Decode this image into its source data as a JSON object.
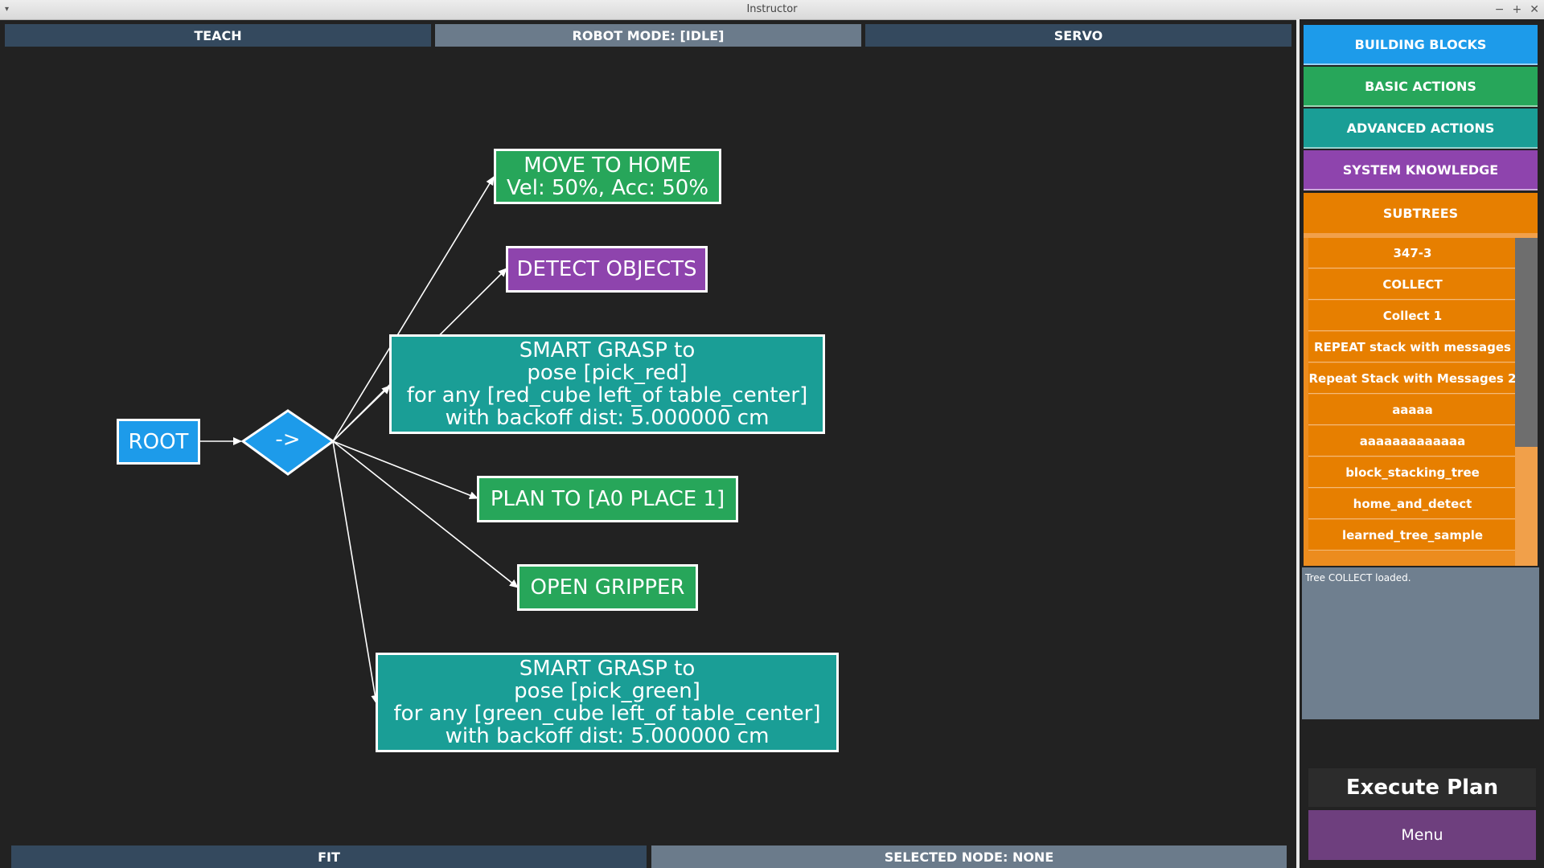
{
  "window": {
    "title": "Instructor",
    "controls": [
      "−",
      "+",
      "✕"
    ]
  },
  "top_bar": {
    "teach": "TEACH",
    "robot_mode": "ROBOT MODE: [IDLE]",
    "servo": "SERVO"
  },
  "colors": {
    "bar_dark": "#34495e",
    "bar_mid": "#6b7b8b",
    "green": "#27a65a",
    "purple": "#8e44ad",
    "teal": "#1a9e96",
    "blue": "#1d9bea",
    "orange": "#e77f00"
  },
  "tree": {
    "root": "ROOT",
    "sequence": "->",
    "nodes": [
      {
        "lines": [
          "MOVE TO HOME",
          "Vel: 50%, Acc: 50%"
        ]
      },
      {
        "lines": [
          "DETECT OBJECTS"
        ]
      },
      {
        "lines": [
          "SMART GRASP to",
          "pose [pick_red]",
          "for any [red_cube left_of table_center]",
          "with backoff dist: 5.000000 cm"
        ]
      },
      {
        "lines": [
          "PLAN TO [A0 PLACE 1]"
        ]
      },
      {
        "lines": [
          "OPEN GRIPPER"
        ]
      },
      {
        "lines": [
          "SMART GRASP to",
          "pose [pick_green]",
          "for any [green_cube left_of table_center]",
          "with backoff dist: 5.000000 cm"
        ]
      }
    ]
  },
  "bottom_bar": {
    "fit": "FIT",
    "selected": "SELECTED NODE: NONE"
  },
  "categories": {
    "building_blocks": "BUILDING BLOCKS",
    "basic_actions": "BASIC ACTIONS",
    "advanced_actions": "ADVANCED ACTIONS",
    "system_knowledge": "SYSTEM KNOWLEDGE",
    "subtrees": "SUBTREES"
  },
  "subtrees": [
    "347-3",
    "COLLECT",
    "Collect 1",
    "REPEAT stack with messages",
    "Repeat Stack with Messages 2",
    "aaaaa",
    "aaaaaaaaaaaaa",
    "block_stacking_tree",
    "home_and_detect",
    "learned_tree_sample"
  ],
  "status": {
    "message": "Tree COLLECT loaded."
  },
  "actions": {
    "execute": "Execute Plan",
    "menu": "Menu"
  }
}
